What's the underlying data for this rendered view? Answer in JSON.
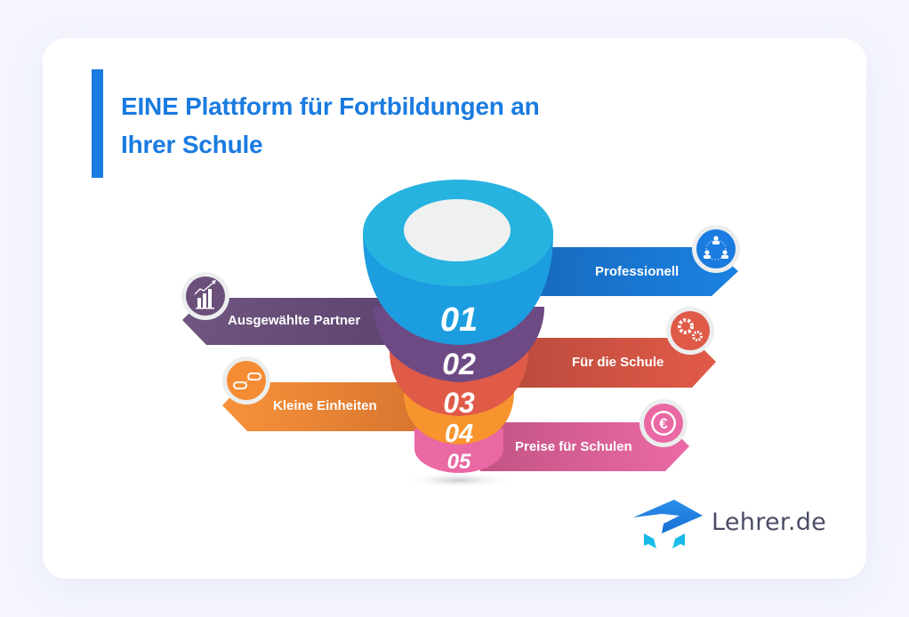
{
  "header": {
    "title_line1": "EINE Plattform für Fortbildungen an",
    "title_line2": "Ihrer Schule",
    "accent_color": "#1a7be0"
  },
  "funnel": {
    "layers": [
      {
        "number": "01",
        "color": "#1e9fdf",
        "top_color": "#27b3e0"
      },
      {
        "number": "02",
        "color": "#6e4a85"
      },
      {
        "number": "03",
        "color": "#e05a48"
      },
      {
        "number": "04",
        "color": "#f7942e"
      },
      {
        "number": "05",
        "color": "#ea68a4"
      }
    ]
  },
  "items": [
    {
      "label": "Professionell",
      "side": "right",
      "color": "#1a7be0",
      "icon": "team-network-icon"
    },
    {
      "label": "Ausgewählte Partner",
      "side": "left",
      "color": "#6b5079",
      "icon": "growth-chart-icon"
    },
    {
      "label": "Für die Schule",
      "side": "right",
      "color": "#e05a48",
      "icon": "gears-icon"
    },
    {
      "label": "Kleine Einheiten",
      "side": "left",
      "color": "#f58c34",
      "icon": "chain-link-icon"
    },
    {
      "label": "Preise für Schulen",
      "side": "right",
      "color": "#ea68a4",
      "icon": "euro-icon"
    }
  ],
  "logo": {
    "text": "Lehrer.de",
    "icon": "graduation-cap-icon"
  }
}
